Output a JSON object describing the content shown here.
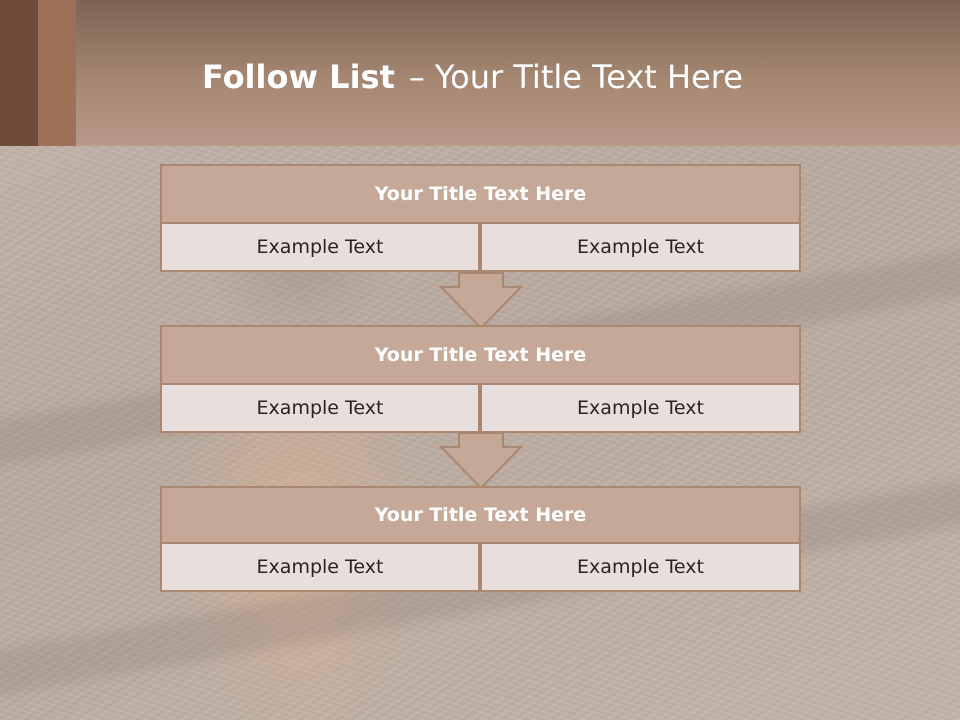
{
  "header": {
    "title_bold": "Follow List",
    "title_dash": "–",
    "title_rest": "Your Title Text Here"
  },
  "blocks": [
    {
      "title": "Your Title Text Here",
      "left_text": "Example Text",
      "right_text": "Example Text"
    },
    {
      "title": "Your Title Text Here",
      "left_text": "Example Text",
      "right_text": "Example Text"
    },
    {
      "title": "Your Title Text Here",
      "left_text": "Example Text",
      "right_text": "Example Text"
    }
  ],
  "colors": {
    "title_fill": "#c6a898",
    "cell_fill": "#e8dedb",
    "border": "#a88872",
    "arrow_fill": "#c6a898"
  }
}
